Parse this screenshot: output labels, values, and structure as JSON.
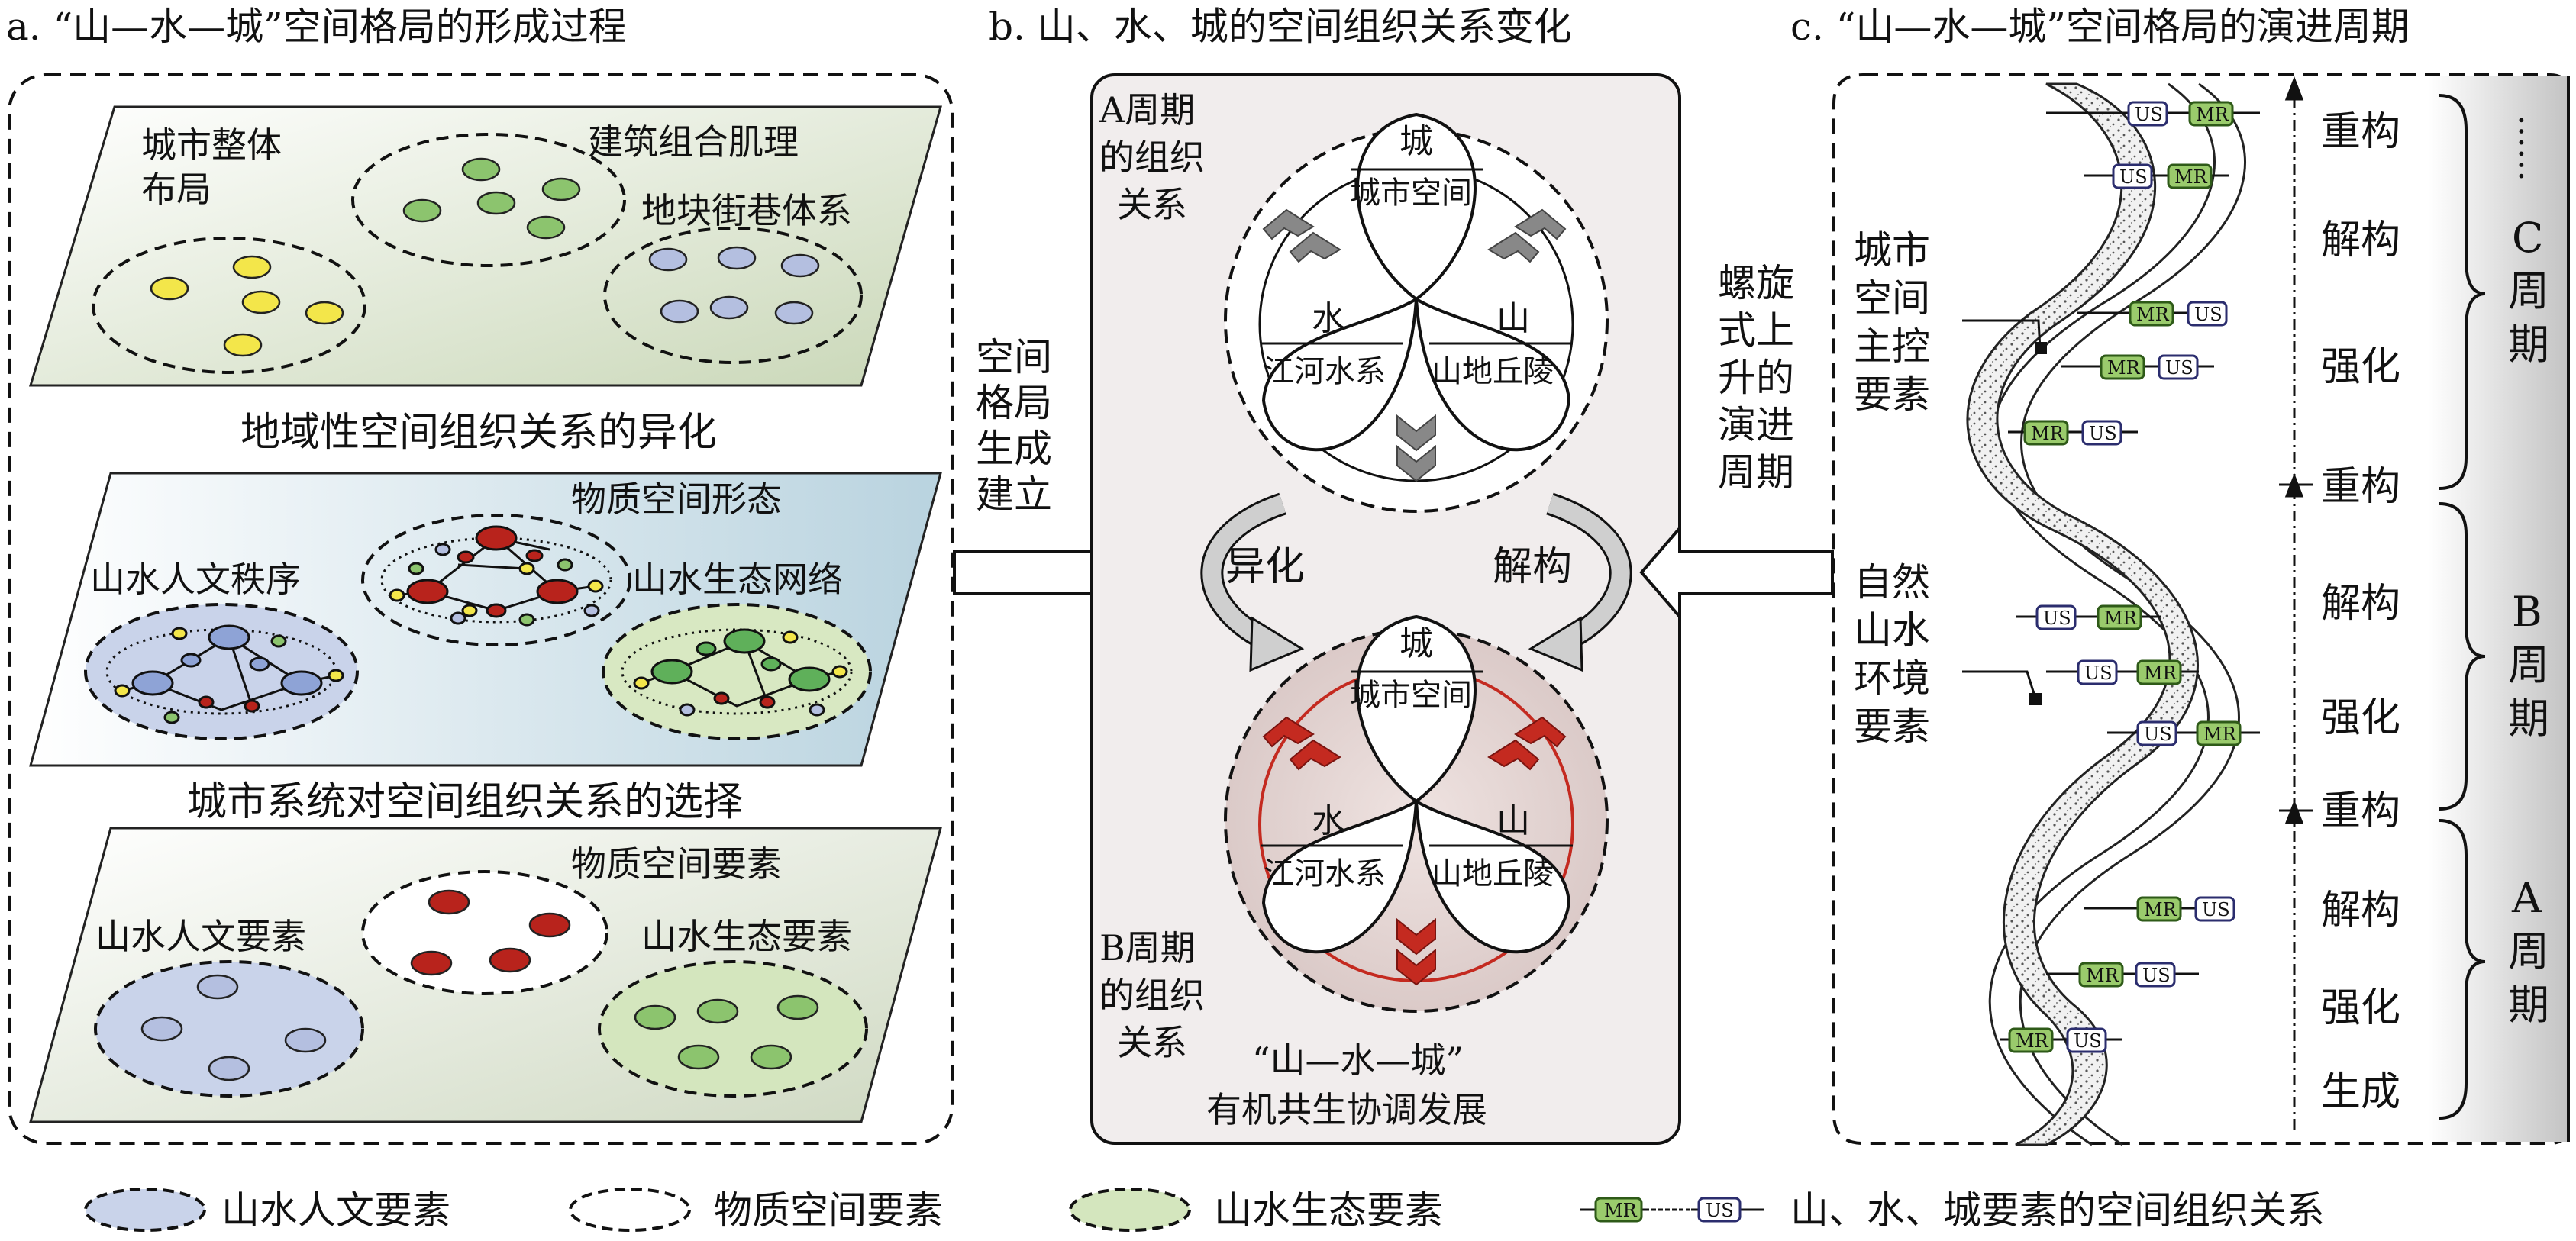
{
  "titles": {
    "a": "a. “山—水—城”空间格局的形成过程",
    "b": "b. 山、水、城的空间组织关系变化",
    "c": "c. “山—水—城”空间格局的演进周期"
  },
  "panel_a": {
    "layer1": {
      "left": [
        "城市整体",
        "布局"
      ],
      "center": "建筑组合肌理",
      "right": "地块街巷体系"
    },
    "caption1": "地域性空间组织关系的异化",
    "layer2": {
      "center": "物质空间形态",
      "left": "山水人文秩序",
      "right": "山水生态网络"
    },
    "caption2": "城市系统对空间组织关系的选择",
    "layer3": {
      "center": "物质空间要素",
      "left": "山水人文要素",
      "right": "山水生态要素"
    }
  },
  "arrow_ab": [
    "空间",
    "格局",
    "生成",
    "建立"
  ],
  "arrow_cb": [
    "螺旋",
    "式上",
    "升的",
    "演进",
    "周期"
  ],
  "panel_b": {
    "a_label": [
      "A周期",
      "的组织",
      "关系"
    ],
    "b_label": [
      "B周期",
      "的组织",
      "关系"
    ],
    "city": {
      "char": "城",
      "name": "城市空间"
    },
    "water": {
      "char": "水",
      "name": "江河水系"
    },
    "mountain": {
      "char": "山",
      "name": "山地丘陵"
    },
    "alienate": "异化",
    "deconstruct": "解构",
    "footer": [
      "“山—水—城”",
      "有机共生协调发展"
    ]
  },
  "panel_c": {
    "label_city": [
      "城市",
      "空间",
      "主控",
      "要素"
    ],
    "label_nature": [
      "自然",
      "山水",
      "环境",
      "要素"
    ],
    "mr": "MR",
    "us": "US",
    "stages": [
      "重构",
      "解构",
      "强化",
      "重构",
      "解构",
      "强化",
      "重构",
      "解构",
      "强化",
      "生成"
    ],
    "cycles": {
      "c": [
        "C",
        "周",
        "期"
      ],
      "b": [
        "B",
        "周",
        "期"
      ],
      "a": [
        "A",
        "周",
        "期"
      ]
    },
    "dots": "……"
  },
  "legend": {
    "humanity": "山水人文要素",
    "material": "物质空间要素",
    "ecology": "山水生态要素",
    "relation": "山、水、城要素的空间组织关系"
  },
  "colors": {
    "yellow": "#f3e64a",
    "green": "#8cc46e",
    "blue": "#b4bfe0",
    "red": "#b8231c",
    "chevron_grey": "#888888",
    "chevron_red": "#c42a20",
    "panel_bg": "#f1eded"
  }
}
